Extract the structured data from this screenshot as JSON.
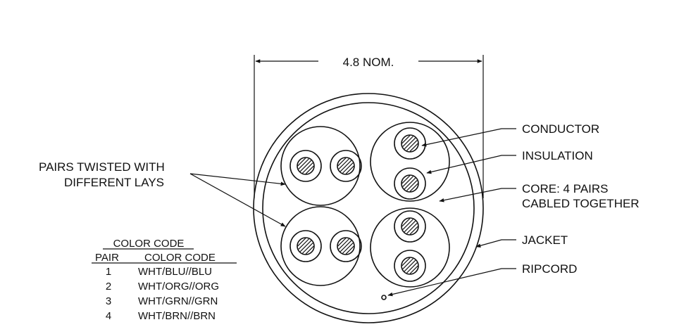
{
  "dimension": {
    "label": "4.8 NOM."
  },
  "callouts": {
    "conductor": "CONDUCTOR",
    "insulation": "INSULATION",
    "core_line1": "CORE: 4 PAIRS",
    "core_line2": "CABLED TOGETHER",
    "jacket": "JACKET",
    "ripcord": "RIPCORD",
    "pairs_line1": "PAIRS TWISTED WITH",
    "pairs_line2": "DIFFERENT LAYS"
  },
  "color_code": {
    "title": "COLOR CODE",
    "headers": [
      "PAIR",
      "COLOR CODE"
    ],
    "rows": [
      {
        "pair": "1",
        "code": "WHT/BLU//BLU"
      },
      {
        "pair": "2",
        "code": "WHT/ORG//ORG"
      },
      {
        "pair": "3",
        "code": "WHT/GRN//GRN"
      },
      {
        "pair": "4",
        "code": "WHT/BRN//BRN"
      }
    ]
  }
}
